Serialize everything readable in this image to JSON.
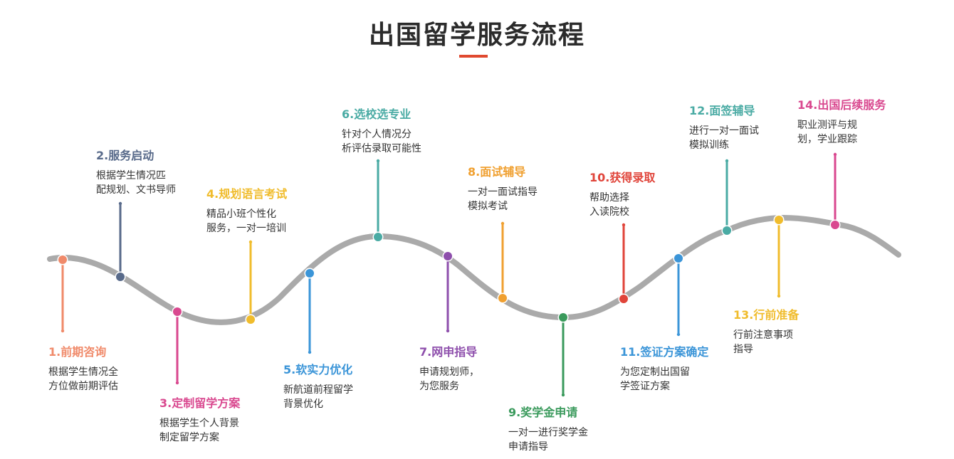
{
  "title": "出国留学服务流程",
  "accent_color": "#e0492f",
  "curve_color": "#aaaaaa",
  "steps": [
    {
      "title": "1.前期咨询",
      "lines": [
        "根据学生情况全",
        "方位做前期评估"
      ],
      "color": "#f08a6a"
    },
    {
      "title": "2.服务启动",
      "lines": [
        "根据学生情况匹",
        "配规划、文书导师"
      ],
      "color": "#586a8a"
    },
    {
      "title": "3.定制留学方案",
      "lines": [
        "根据学生个人背景",
        "制定留学方案"
      ],
      "color": "#d9488f"
    },
    {
      "title": "4.规划语言考试",
      "lines": [
        "精品小班个性化",
        "服务，一对一培训"
      ],
      "color": "#f0bc2c"
    },
    {
      "title": "5.软实力优化",
      "lines": [
        "新航道前程留学",
        "背景优化"
      ],
      "color": "#3b95d8"
    },
    {
      "title": "6.选校选专业",
      "lines": [
        "针对个人情况分",
        "析评估录取可能性"
      ],
      "color": "#4aaba4"
    },
    {
      "title": "7.网申指导",
      "lines": [
        "申请规划师，",
        "为您服务"
      ],
      "color": "#8e4fac"
    },
    {
      "title": "8.面试辅导",
      "lines": [
        "一对一面试指导",
        "模拟考试"
      ],
      "color": "#f0a030"
    },
    {
      "title": "9.奖学金申请",
      "lines": [
        "一对一进行奖学金",
        "申请指导"
      ],
      "color": "#3a9a5c"
    },
    {
      "title": "10.获得录取",
      "lines": [
        "帮助选择",
        "入读院校"
      ],
      "color": "#e0443a"
    },
    {
      "title": "11.签证方案确定",
      "lines": [
        "为您定制出国留",
        "学签证方案"
      ],
      "color": "#3b95d8"
    },
    {
      "title": "12.面签辅导",
      "lines": [
        "进行一对一面试",
        "模拟训练"
      ],
      "color": "#4aaba4"
    },
    {
      "title": "13.行前准备",
      "lines": [
        "行前注意事项",
        "指导"
      ],
      "color": "#f0bc2c"
    },
    {
      "title": "14.出国后续服务",
      "lines": [
        "职业测评与规",
        "划，学业跟踪"
      ],
      "color": "#d9488f"
    }
  ]
}
